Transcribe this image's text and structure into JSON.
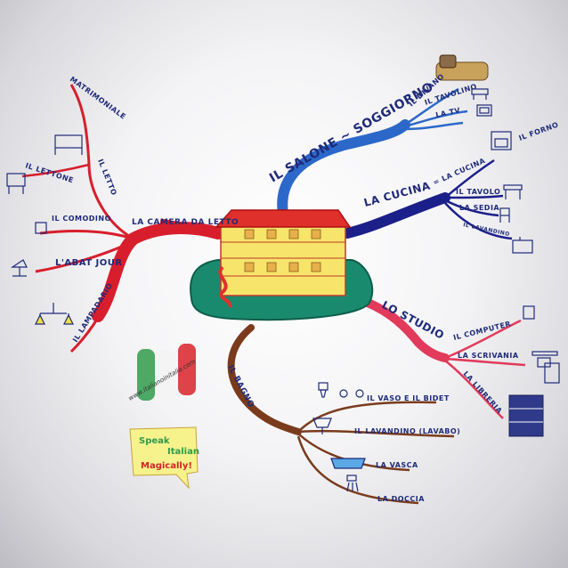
{
  "diagram": {
    "center": "house",
    "branches": {
      "camera": {
        "title": "LA CAMERA DA LETTO",
        "letto": "IL LETTO",
        "lettone": "IL LETTONE",
        "matrimoniale": "MATRIMONIALE",
        "comodino": "IL COMODINO",
        "abatjour": "L'ABAT JOUR",
        "lampadario": "IL LAMPADARIO"
      },
      "salone": {
        "title": "IL SALONE ~ SOGGIORNO",
        "divano": "IL DIVANO",
        "tavolino": "IL TAVOLINO",
        "tv": "LA TV"
      },
      "cucina": {
        "title": "LA CUCINA",
        "title2": "= LA CUCINA",
        "forno": "IL FORNO",
        "tavolo": "IL TAVOLO",
        "sedia": "LA SEDIA",
        "lavandino": "IL LAVANDINO"
      },
      "studio": {
        "title": "LO STUDIO",
        "computer": "IL COMPUTER",
        "scrivania": "LA SCRIVANIA",
        "libreria": "LA LIBRERIA"
      },
      "bagno": {
        "title": "IL BAGNO",
        "vaso": "IL VASO E IL BIDET",
        "lavandino": "IL LAVANDINO (LAVABO)",
        "vasca": "LA VASCA",
        "doccia": "LA DOCCIA"
      }
    },
    "website": "www.italianoinitalia.com",
    "badge": {
      "line1": "Speak",
      "line2": "Italian",
      "line3": "Magically!"
    }
  }
}
